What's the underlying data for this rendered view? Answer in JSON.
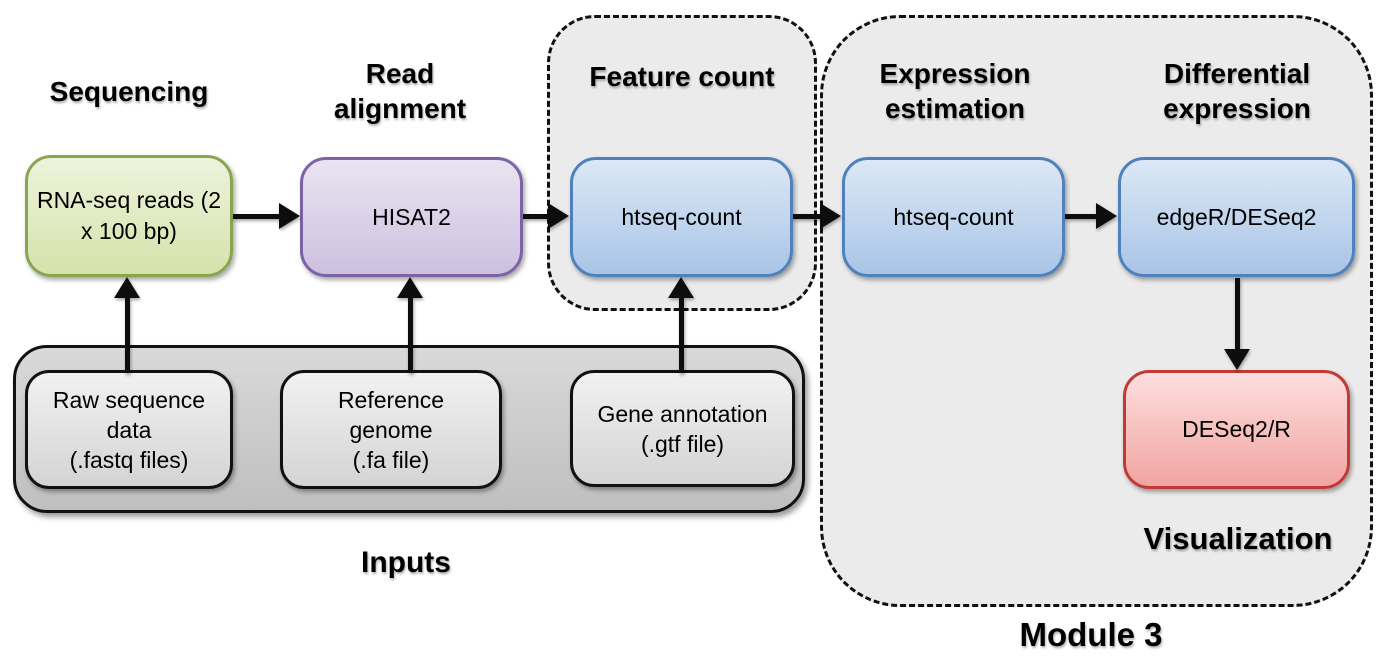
{
  "headings": {
    "sequencing": "Sequencing",
    "read_alignment": "Read\nalignment",
    "feature_count": "Feature count",
    "expression_estimation": "Expression\nestimation",
    "differential_expression": "Differential\nexpression",
    "visualization": "Visualization",
    "inputs": "Inputs",
    "module3": "Module 3"
  },
  "nodes": {
    "rna_seq_reads": "RNA-seq reads (2\nx 100 bp)",
    "hisat2": "HISAT2",
    "htseq_count_feature": "htseq-count",
    "htseq_count_expression": "htseq-count",
    "edger_deseq2": "edgeR/DESeq2",
    "deseq2_r": "DESeq2/R",
    "raw_sequence_data": "Raw sequence\ndata\n(.fastq files)",
    "reference_genome": "Reference\ngenome\n(.fa file)",
    "gene_annotation": "Gene annotation\n(.gtf file)"
  },
  "colors": {
    "green_border": "#8ba450",
    "green_fill_top": "#eef3dc",
    "green_fill_bottom": "#d5e2ab",
    "purple_border": "#7d63a6",
    "purple_fill_top": "#e9e4f1",
    "purple_fill_bottom": "#cdc0df",
    "blue_border": "#4f81bd",
    "blue_fill_top": "#dce8f6",
    "blue_fill_bottom": "#a9c4e6",
    "red_border": "#c03a36",
    "red_fill_top": "#fcdedd",
    "red_fill_bottom": "#f2a5a2",
    "gray_container_top": "#d9d9d9",
    "gray_container_bottom": "#bfbfbf",
    "gray_box_top": "#f1f1f1",
    "gray_box_bottom": "#d4d4d4",
    "dashed_fill": "#ebebeb",
    "arrow_color": "#0d0d0d",
    "line_black": "#111111",
    "background": "#ffffff",
    "text": "#000000"
  }
}
